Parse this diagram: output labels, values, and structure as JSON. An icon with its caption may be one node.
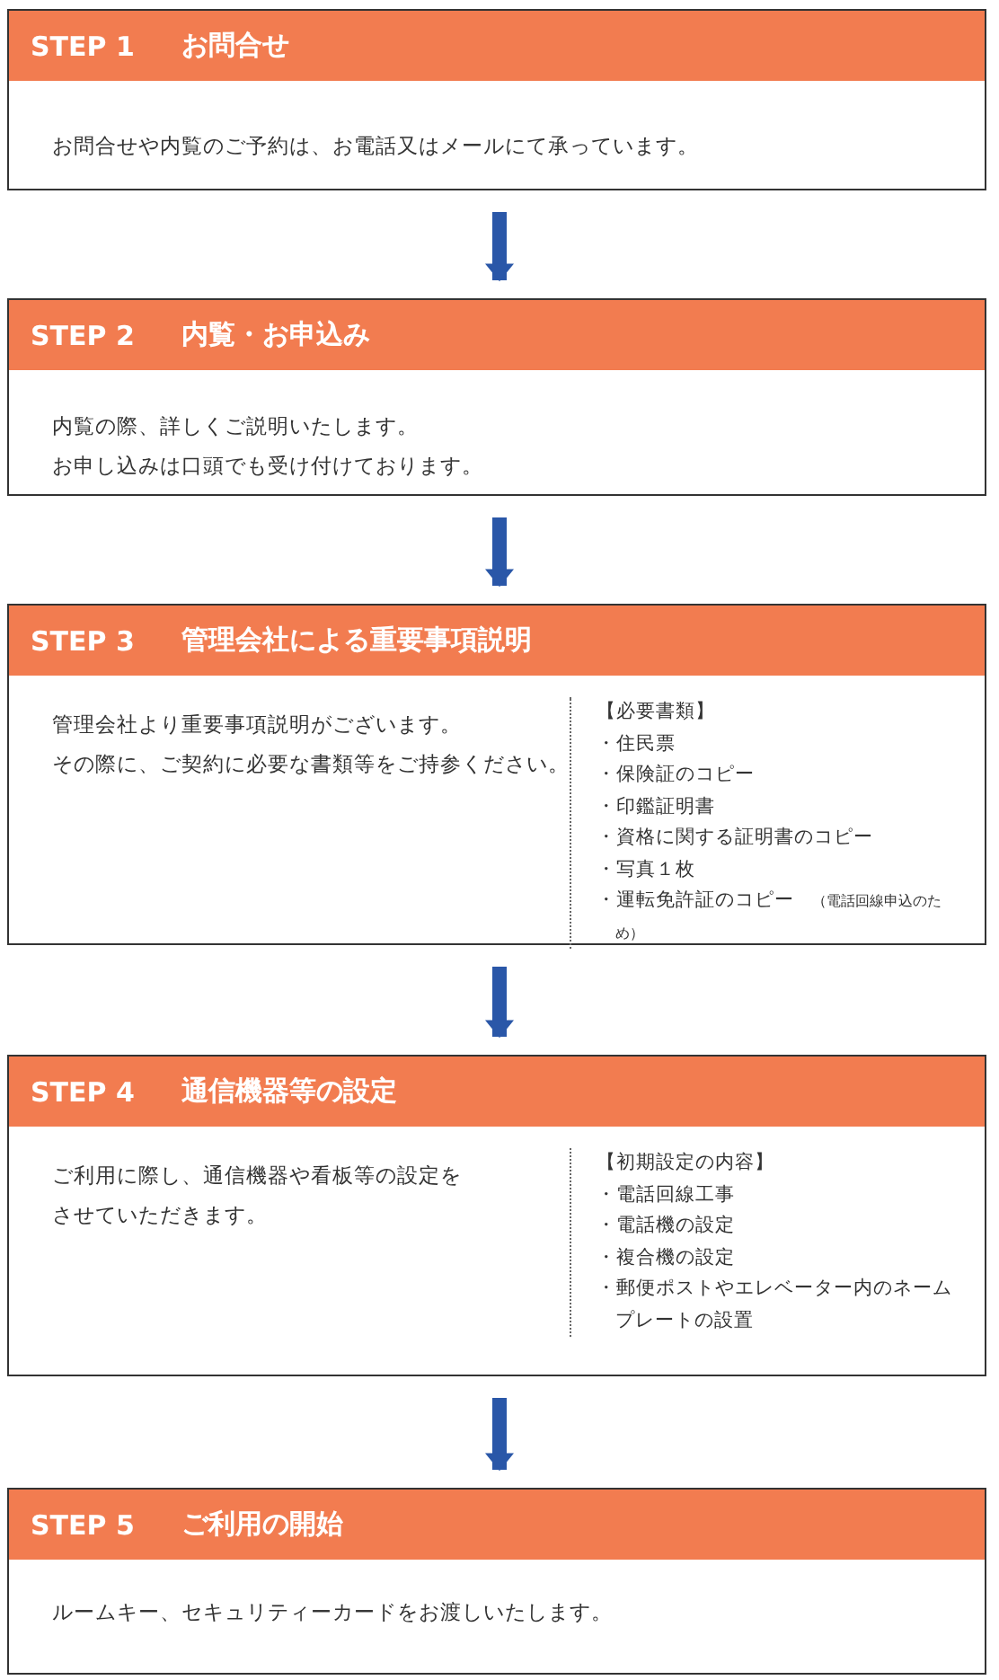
{
  "diagram": {
    "nodes": [
      {
        "text": [
          "STEP 1",
          "お問合せ",
          "お問合せや内覧のご予約は、お電話又はメールにて承っています。"
        ]
      },
      {
        "text": [
          "STEP 2",
          "内覧・お申込み",
          "内覧の際、詳しくご説明いたします。",
          "お申し込みは口頭でも受け付けております。"
        ]
      },
      {
        "text": [
          "STEP 3",
          "管理会社による重要事項説明",
          "管理会社より重要事項説明がございます。",
          "その際に、ご契約に必要な書類等をご持参ください。",
          "【必要書類】",
          "・住民票",
          "・保険証のコピー",
          "・印鑑証明書",
          "・資格に関する証明書のコピー",
          "・写真１枚",
          "・運転免許証のコピー",
          "（電話回線申込のため）"
        ]
      },
      {
        "text": [
          "STEP 4",
          "通信機器等の設定",
          "ご利用に際し、通信機器や看板等の設定をさせていただきます。",
          "【初期設定の内容】",
          "・電話回線工事",
          "・電話機の設定",
          "・複合機の設定",
          "・郵便ポストやエレベーター内のネームプレートの設置"
        ]
      },
      {
        "text": [
          "STEP 5",
          "ご利用の開始",
          "ルームキー、セキュリティーカードをお渡しいたします。"
        ]
      }
    ],
    "edges": [
      {
        "from": 0,
        "to": 1,
        "arrow": "to"
      },
      {
        "from": 1,
        "to": 2,
        "arrow": "to"
      },
      {
        "from": 2,
        "to": 3,
        "arrow": "to"
      },
      {
        "from": 3,
        "to": 4,
        "arrow": "to"
      }
    ]
  }
}
